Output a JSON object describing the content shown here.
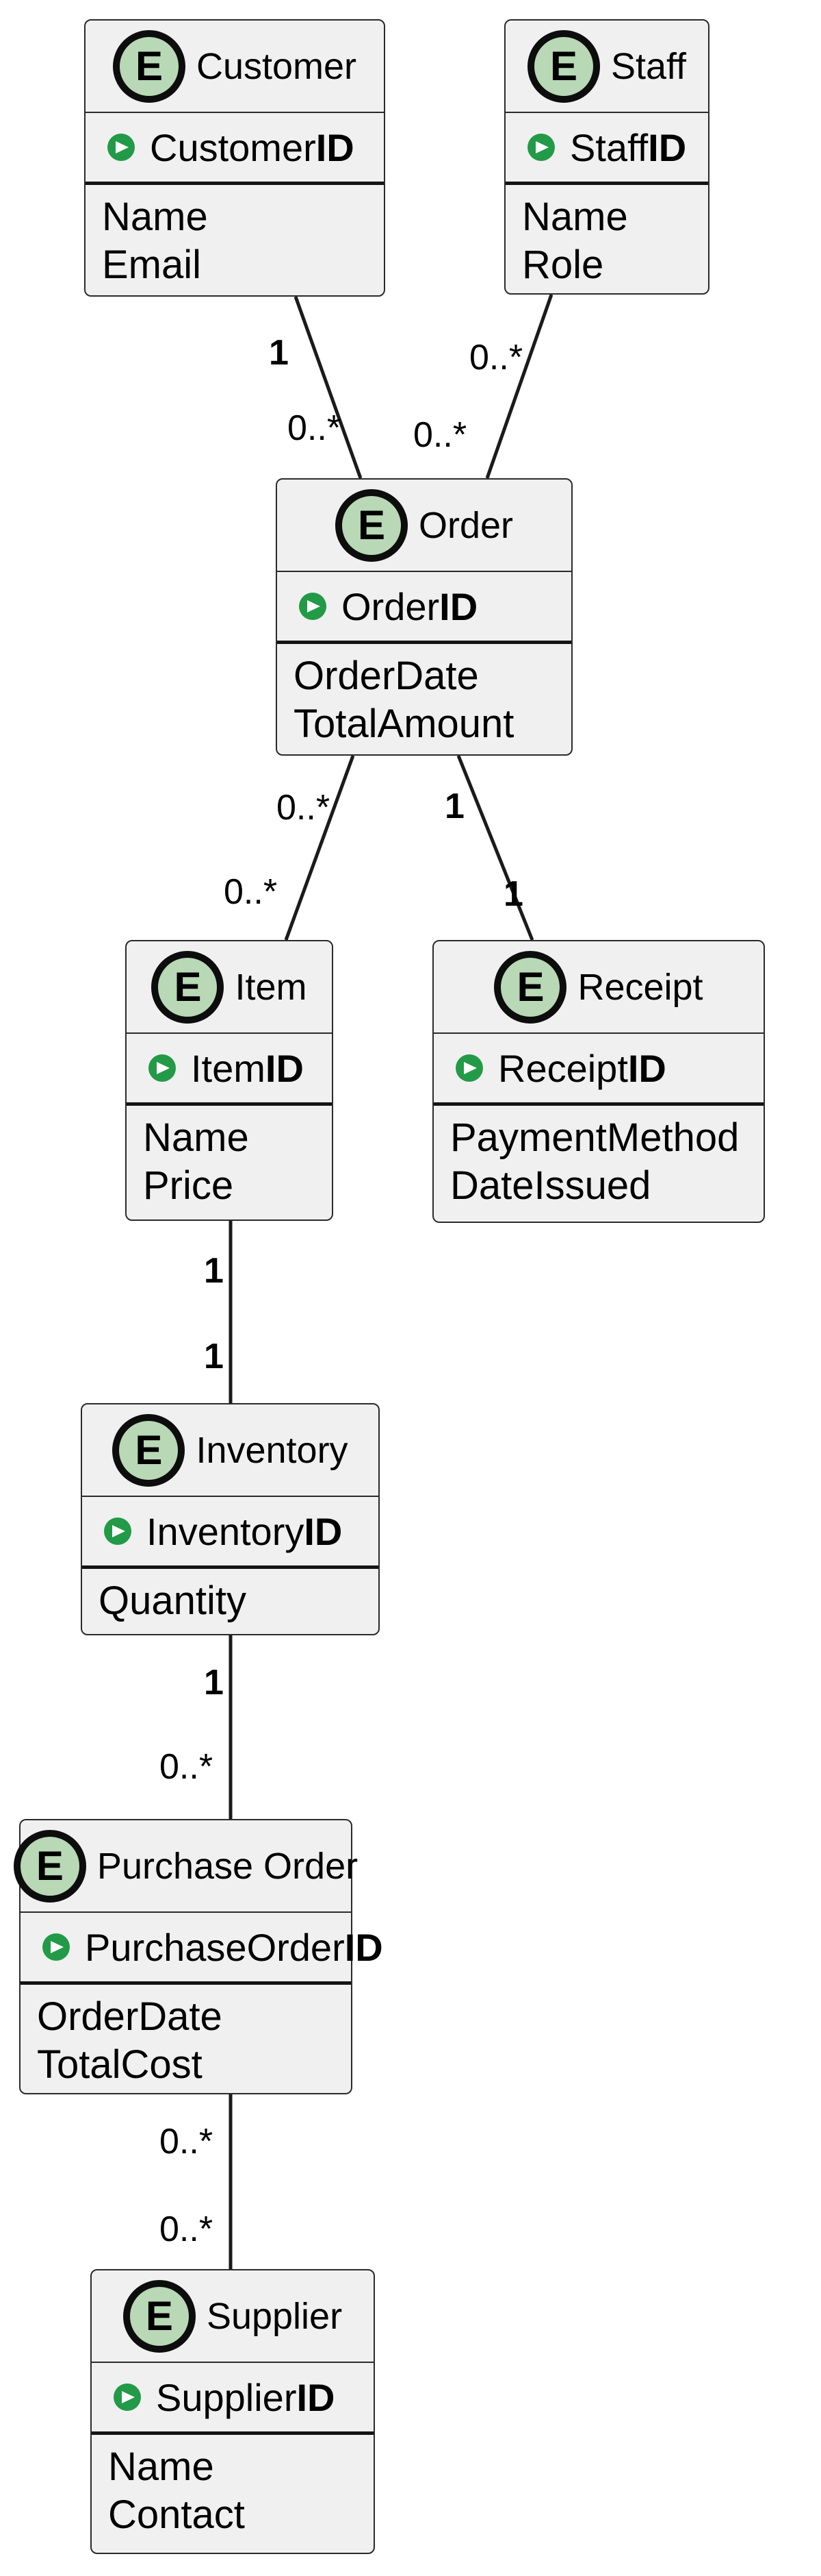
{
  "diagram": {
    "badge_letter": "E",
    "colors": {
      "box_fill": "#f0f0f0",
      "box_border": "#2b2b2b",
      "badge_fill": "#b9d8b6",
      "badge_border": "#0d0d0d",
      "key_icon": "#229a47",
      "line": "#1b1b1b"
    },
    "entities": [
      {
        "id": "customer",
        "title": "Customer",
        "key": "CustomerID",
        "attributes": [
          "Name",
          "Email"
        ]
      },
      {
        "id": "staff",
        "title": "Staff",
        "key": "StaffID",
        "attributes": [
          "Name",
          "Role"
        ]
      },
      {
        "id": "order",
        "title": "Order",
        "key": "OrderID",
        "attributes": [
          "OrderDate",
          "TotalAmount"
        ]
      },
      {
        "id": "item",
        "title": "Item",
        "key": "ItemID",
        "attributes": [
          "Name",
          "Price"
        ]
      },
      {
        "id": "receipt",
        "title": "Receipt",
        "key": "ReceiptID",
        "attributes": [
          "PaymentMethod",
          "DateIssued"
        ]
      },
      {
        "id": "inventory",
        "title": "Inventory",
        "key": "InventoryID",
        "attributes": [
          "Quantity"
        ]
      },
      {
        "id": "purchase-order",
        "title": "Purchase Order",
        "key": "PurchaseOrderID",
        "attributes": [
          "OrderDate",
          "TotalCost"
        ]
      },
      {
        "id": "supplier",
        "title": "Supplier",
        "key": "SupplierID",
        "attributes": [
          "Name",
          "Contact"
        ]
      }
    ],
    "relationships": [
      {
        "from": "Customer",
        "to": "Order",
        "from_label": "1",
        "to_label": "0..*"
      },
      {
        "from": "Staff",
        "to": "Order",
        "from_label": "0..*",
        "to_label": "0..*"
      },
      {
        "from": "Order",
        "to": "Item",
        "from_label": "0..*",
        "to_label": "0..*"
      },
      {
        "from": "Order",
        "to": "Receipt",
        "from_label": "1",
        "to_label": "1"
      },
      {
        "from": "Item",
        "to": "Inventory",
        "from_label": "1",
        "to_label": "1"
      },
      {
        "from": "Inventory",
        "to": "Purchase Order",
        "from_label": "1",
        "to_label": "0..*"
      },
      {
        "from": "Purchase Order",
        "to": "Supplier",
        "from_label": "0..*",
        "to_label": "0..*"
      }
    ]
  }
}
